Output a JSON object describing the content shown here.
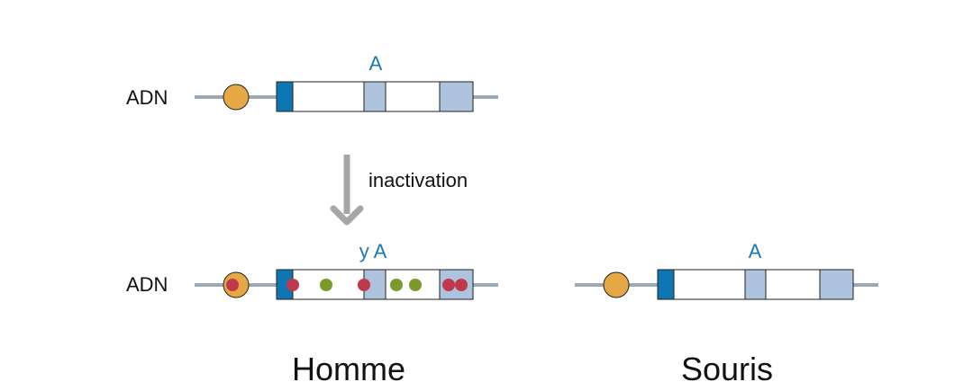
{
  "colors": {
    "line": "#9aabb7",
    "promoter": "#e6a845",
    "dark_exon": "#0e76b3",
    "light_exon": "#adc3de",
    "gene_label": "#1a7ab0",
    "red_dot": "#c0394a",
    "green_dot": "#7a9a2a",
    "arrow": "#a6a6a6"
  },
  "top": {
    "dna_label": "ADN",
    "gene_label": "A"
  },
  "arrow": {
    "label": "inactivation"
  },
  "human": {
    "dna_label": "ADN",
    "gene_label": "y A",
    "caption": "Homme"
  },
  "mouse": {
    "gene_label": "A",
    "caption": "Souris"
  }
}
